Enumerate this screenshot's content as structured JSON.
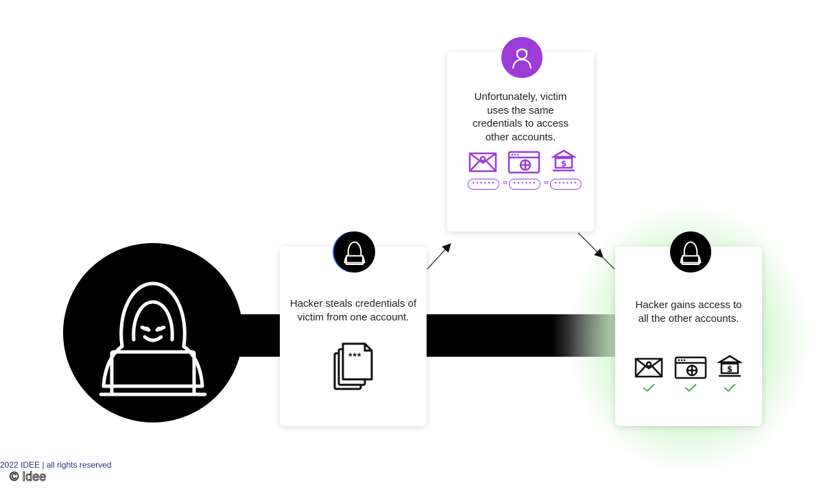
{
  "cards": {
    "victim": {
      "text": "Unfortunately, victim uses the same credentials to access other accounts.",
      "password_mask": "••••••",
      "equals": "="
    },
    "steal": {
      "text": "Hacker steals credentials of victim from one account.",
      "doc_mask": "***"
    },
    "access": {
      "text": "Hacker gains access to all the other accounts."
    }
  },
  "footer": {
    "copyright": "2022 IDEE  |  all rights reserved",
    "brand": "© Idee"
  },
  "colors": {
    "accent_purple": "#9b3dd6",
    "check_green": "#4caf50",
    "glow_green": "#7be36e",
    "dark": "#000000"
  },
  "icons": {
    "hacker": "hacker-icon",
    "victim": "victim-icon",
    "mail": "mail-icon",
    "browser": "browser-icon",
    "bank": "bank-icon",
    "documents": "documents-icon",
    "check": "check-icon"
  }
}
